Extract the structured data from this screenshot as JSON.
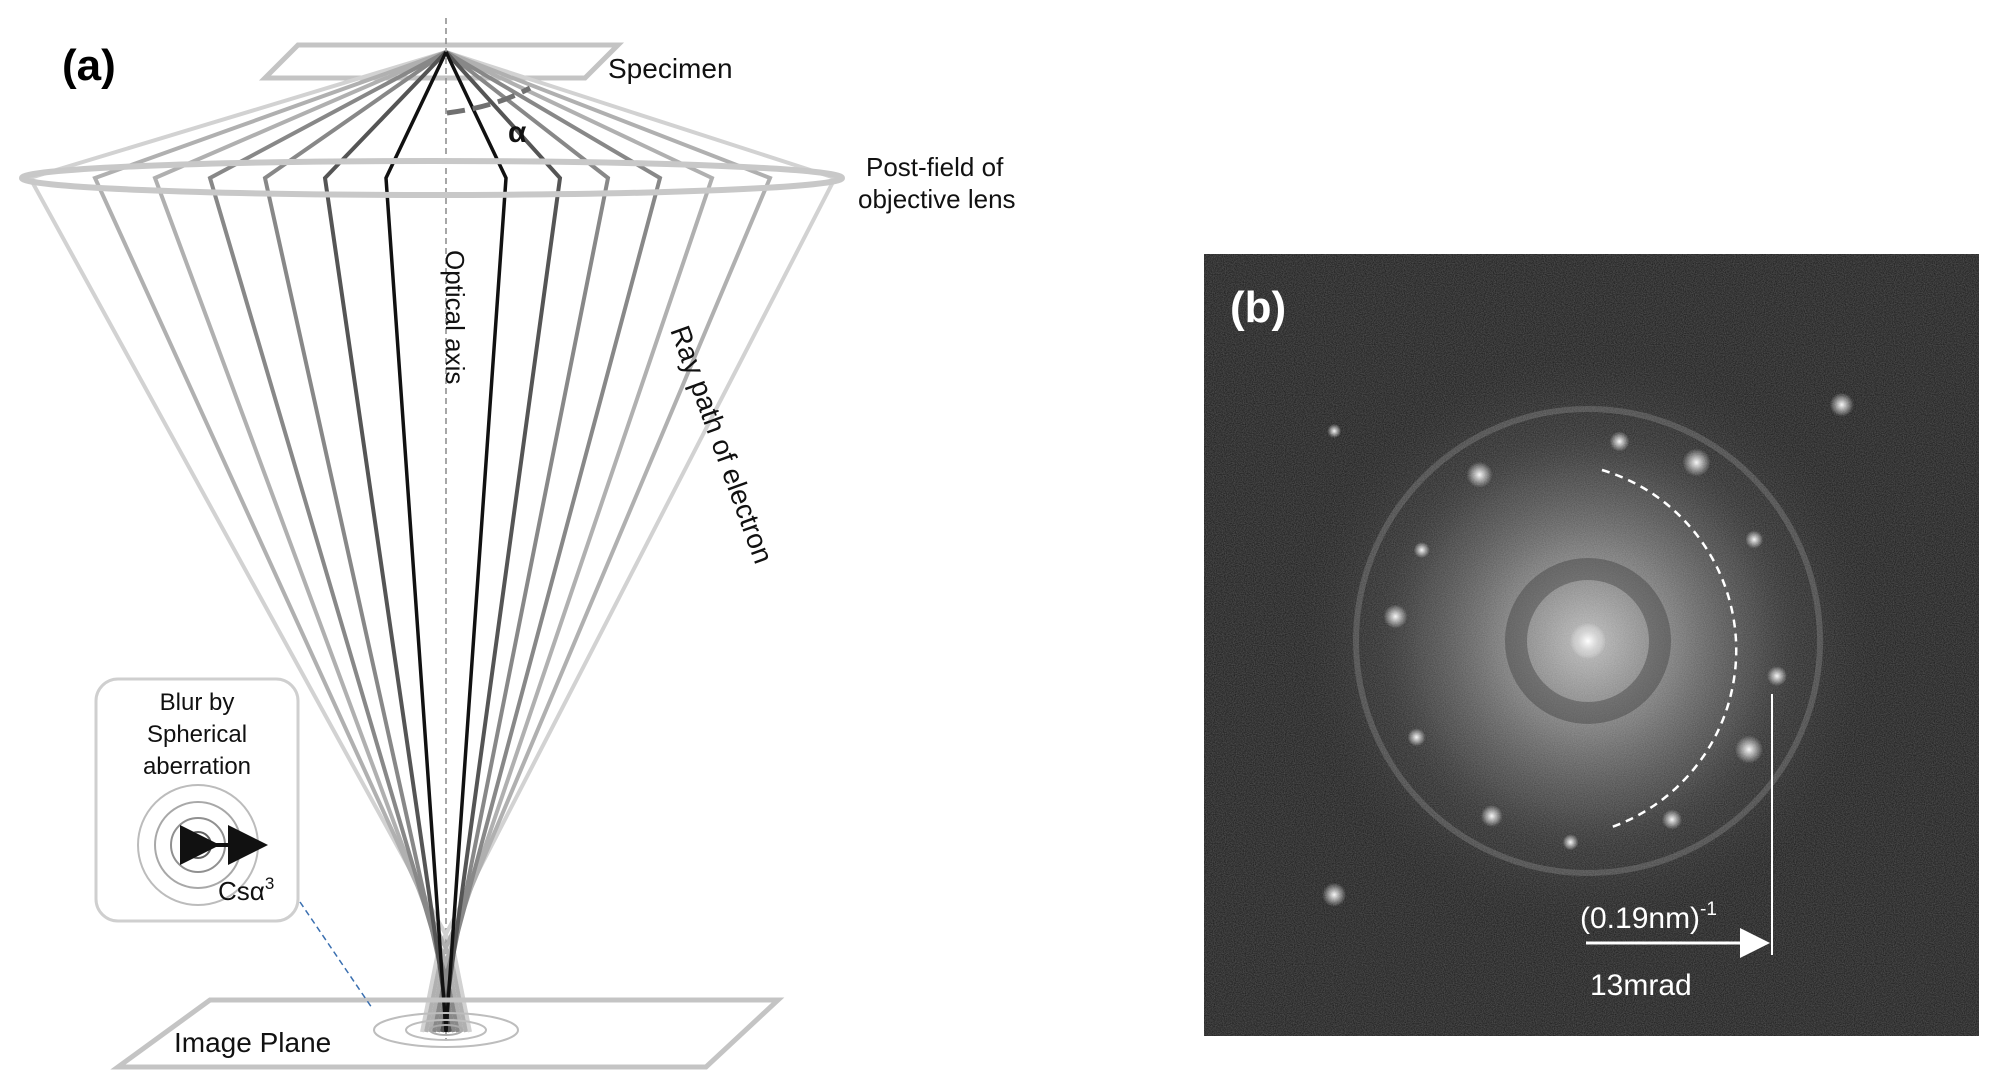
{
  "panel_a": {
    "label": "(a)",
    "specimen": "Specimen",
    "alpha": "α",
    "lens_line1": "Post-field of",
    "lens_line2": "objective lens",
    "optical_axis": "Optical axis",
    "ray_path": "Ray path of electron",
    "image_plane": "Image Plane",
    "blur_line1": "Blur by",
    "blur_line2": "Spherical",
    "blur_line3": "aberration",
    "cs_base": "Csα",
    "cs_exp": "3"
  },
  "panel_b": {
    "label": "(b)",
    "freq_base": "(0.19nm)",
    "freq_exp": "-1",
    "angle": "13mrad"
  },
  "colors": {
    "ray_black": "#111111",
    "ray_dark": "#555555",
    "ray_mid": "#888888",
    "ray_light": "#b0b0b0",
    "ray_faint": "#d2d2d2",
    "fft_background": "#1a1a1a"
  }
}
